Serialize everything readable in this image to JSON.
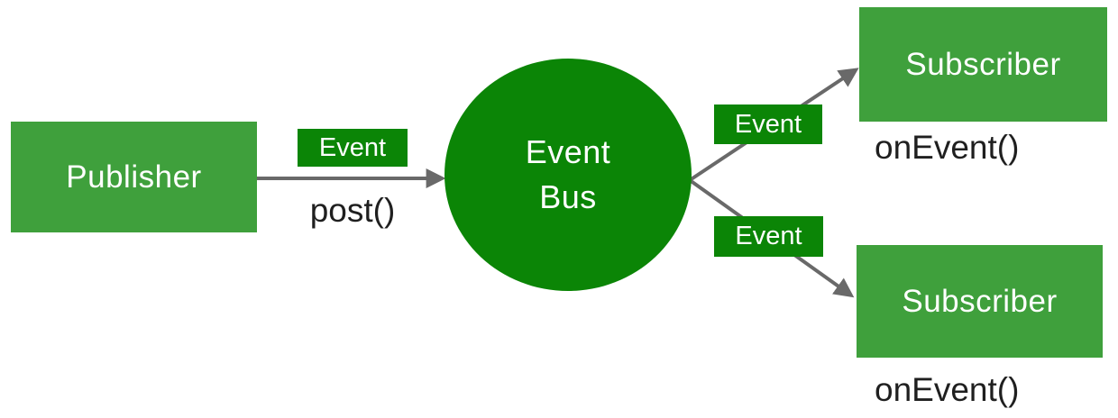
{
  "colors": {
    "node_green": "#3FA03C",
    "accent_green": "#0B8506",
    "arrow_gray": "#696969",
    "label_text": "#FFFFFF",
    "method_text": "#1F1F1F",
    "background": "#FFFFFF"
  },
  "nodes": {
    "publisher": {
      "label": "Publisher",
      "method": "post()"
    },
    "event_bus": {
      "line1": "Event",
      "line2": "Bus"
    },
    "subscriber_top": {
      "label": "Subscriber",
      "method": "onEvent()"
    },
    "subscriber_bottom": {
      "label": "Subscriber",
      "method": "onEvent()"
    }
  },
  "edges": {
    "publish": {
      "label": "Event"
    },
    "deliver_top": {
      "label": "Event"
    },
    "deliver_bottom": {
      "label": "Event"
    }
  }
}
